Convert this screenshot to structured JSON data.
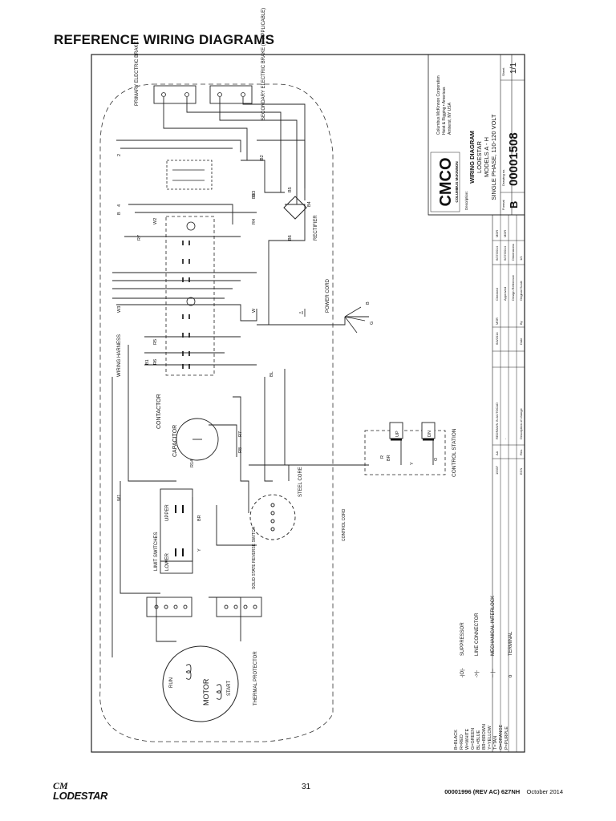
{
  "page": {
    "title": "REFERENCE WIRING DIAGRAMS",
    "page_number": "31",
    "doc_ref": "00001996 (REV AC) 627NH",
    "date": "October 2014",
    "logo_top": "CM",
    "logo_name": "LODESTAR"
  },
  "title_block": {
    "company": "Columbus McKinnon Corporation",
    "division": "Hoist & Rigging • Americas",
    "city": "Amherst, NY  USA",
    "brand_top": "CMCO",
    "brand_sub": "COLUMBUS McKINNON",
    "brand_sub2": "CORPORATION",
    "description_label": "Description:",
    "desc_line1": "WIRING DIAGRAM",
    "desc_line2": "LODESTAR",
    "desc_line3": "MODELS A - H",
    "desc_line4": "SINGLE PHASE, 110-120 VOLT",
    "format_label": "Format",
    "format_value": "B",
    "drawing_label": "Drawing no.",
    "drawing_no": "00001508",
    "sheet_label": "Sheet",
    "sheet_value": "1/1"
  },
  "revision_table": {
    "rows": [
      {
        "ecn": "15337",
        "rev": "AA",
        "desc": "REDRAWN IN AUTOCAD",
        "date": "6/4/2014",
        "by": "MSR"
      },
      {
        "ecn": "-",
        "rev": "-",
        "desc": "-",
        "date": "-",
        "by": "-"
      }
    ],
    "headers": {
      "ecn": "ECN",
      "rev": "Rev.",
      "desc": "Description of change",
      "date": "Date",
      "by": "By"
    },
    "approvals": [
      {
        "label": "Checked",
        "date": "6/27/2014",
        "by": "MDR"
      },
      {
        "label": "Approved",
        "date": "6/27/2014",
        "by": "MDR"
      },
      {
        "label": "Design Reference",
        "date": "Dimensions",
        "by": ""
      },
      {
        "label": "Original Scale",
        "date": "1/1",
        "by": ""
      }
    ]
  },
  "labels": {
    "primary_brake": "PRIMARY ELECTRIC BRAKE",
    "secondary_brake": "SECONDARY ELECTRIC BRAKE (IF APPLICABLE)",
    "wiring_harness": "WIRING HARNESS",
    "contactor": "CONTACTOR",
    "capacitor": "CAPACITOR",
    "rectifier": "RECTIFIER",
    "power_cord": "POWER CORD",
    "control_station": "CONTROL STATION",
    "control_cord": "CONTROL CORD",
    "steel_core": "STEEL CORE",
    "limit_switches": "LIMIT SWITCHES",
    "upper": "UPPER",
    "lower": "LOWER",
    "solid_state": "SOLID STATE REVERSE SWITCH",
    "motor": "MOTOR",
    "run": "RUN",
    "start": "START",
    "thermal_protector": "THERMAL PROTECTOR",
    "up": "UP",
    "dn": "DN"
  },
  "legend": {
    "colors": [
      "B=BLACK",
      "R=RED",
      "W=WHITE",
      "G=GREEN",
      "BL=BLUE",
      "BR=BROWN",
      "Y=YELLOW",
      "T=TAN",
      "O=ORANGE",
      "P=PURPLE"
    ],
    "symbols": [
      {
        "glyph": "-|O|-",
        "label": "SUPPRESSOR"
      },
      {
        "glyph": "->|-",
        "label": "LINE CONNECTOR"
      },
      {
        "glyph": "-- |--",
        "label": "MECHANICAL INTERLOCK"
      },
      {
        "glyph": "o",
        "label": "TERMINAL"
      }
    ]
  },
  "wire_labels": [
    "2",
    "B",
    "4",
    "W2",
    "R7",
    "W3",
    "B1",
    "R5",
    "R6",
    "R4",
    "R14",
    "R7",
    "R8",
    "R3",
    "B2",
    "B3",
    "B4",
    "B5",
    "B6",
    "W1",
    "BR",
    "Y",
    "BL",
    "W",
    "B",
    "G",
    "R",
    "Y",
    "BR",
    "O"
  ]
}
